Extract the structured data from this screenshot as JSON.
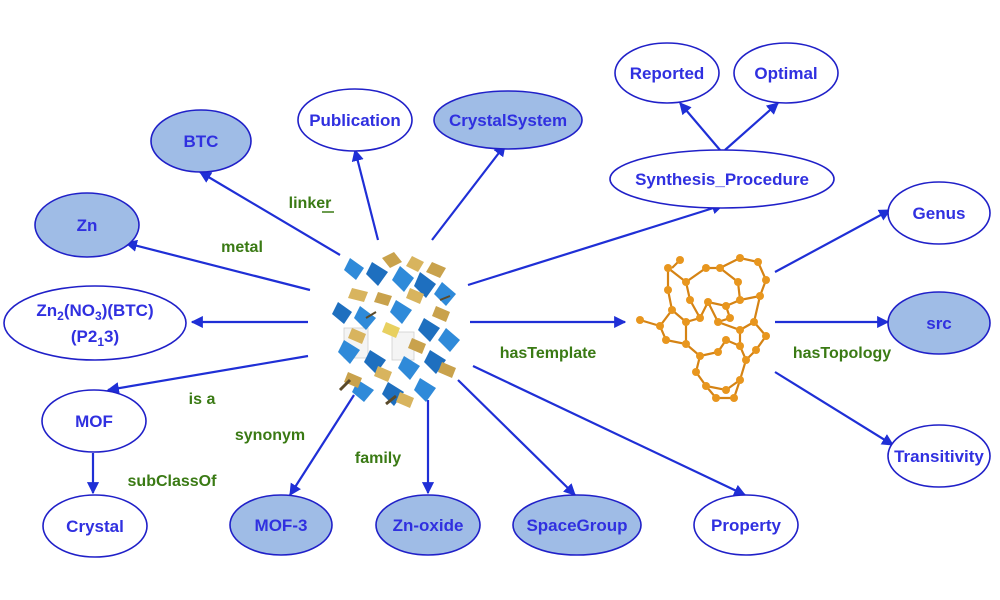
{
  "nodes": {
    "btc": "BTC",
    "publication": "Publication",
    "crystal_system": "CrystalSystem",
    "reported": "Reported",
    "optimal": "Optimal",
    "synthesis_procedure": "Synthesis_Procedure",
    "zn": "Zn",
    "formula_line1_a": "Zn",
    "formula_line1_sub1": "2",
    "formula_line1_b": "(NO",
    "formula_line1_sub2": "3",
    "formula_line1_c": ")(BTC)",
    "formula_line2_a": "(P2",
    "formula_line2_sub": "1",
    "formula_line2_b": "3)",
    "mof": "MOF",
    "crystal": "Crystal",
    "mof3": "MOF-3",
    "zn_oxide": "Zn-oxide",
    "space_group": "SpaceGroup",
    "property": "Property",
    "genus": "Genus",
    "src": "src",
    "transitivity": "Transitivity"
  },
  "edge_labels": {
    "linker": "linker",
    "metal": "metal",
    "is_a": "is a",
    "synonym": "synonym",
    "family": "family",
    "sub_class_of": "subClassOf",
    "has_template": "hasTemplate",
    "has_topology": "hasTopology"
  },
  "colors": {
    "node_fill": "#9fbce6",
    "node_stroke": "#2020c8",
    "node_text": "#3030e0",
    "arrow": "#1f2fd6",
    "edge_label": "#3a7a14",
    "topology_orange": "#e8961e"
  }
}
